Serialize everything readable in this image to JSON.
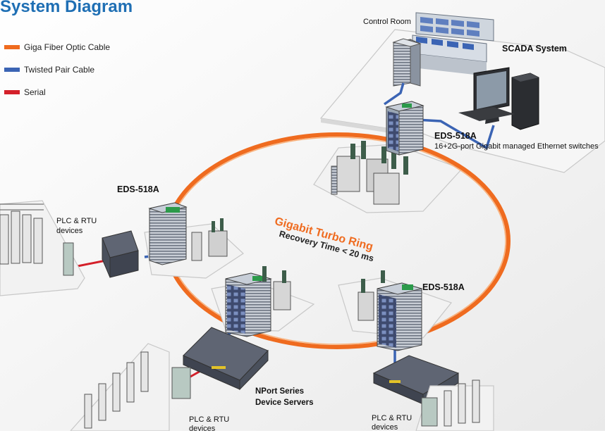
{
  "title": "System Diagram",
  "legend": [
    {
      "label": "Giga Fiber Optic Cable",
      "color": "#ef6b1f"
    },
    {
      "label": "Twisted Pair Cable",
      "color": "#3b64b4"
    },
    {
      "label": "Serial",
      "color": "#d4202a"
    }
  ],
  "labels": {
    "control_room": "Control Room",
    "scada_system": "SCADA System",
    "eds_top_name": "EDS-518A",
    "eds_top_desc": "16+2G-port Gigabit managed Ethernet switches",
    "eds_left": "EDS-518A",
    "eds_right": "EDS-518A",
    "ring_title": "Gigabit Turbo Ring",
    "ring_recovery": "Recovery Time < 20 ms",
    "plc_left_line1": "PLC & RTU",
    "plc_left_line2": "devices",
    "plc_bottom_left_line1": "PLC & RTU",
    "plc_bottom_left_line2": "devices",
    "plc_bottom_right_line1": "PLC & RTU",
    "plc_bottom_right_line2": "devices",
    "nport_line1": "NPort Series",
    "nport_line2": "Device Servers"
  },
  "colors": {
    "fiber": "#ef6b1f",
    "twisted_pair": "#3b64b4",
    "serial": "#d4202a",
    "title": "#1f6fb4",
    "switch_body": "#9aa6b4",
    "platform": "#f4f4f4"
  }
}
